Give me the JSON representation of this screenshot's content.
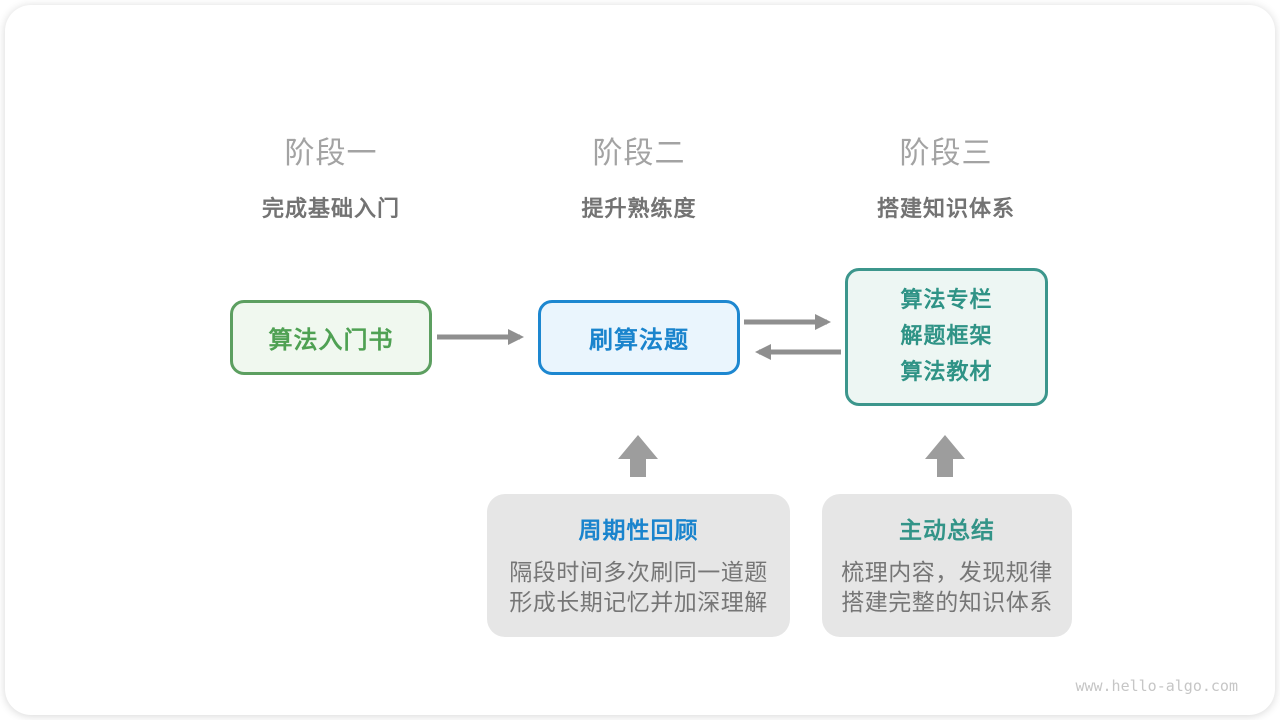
{
  "stages": [
    {
      "label": "阶段一",
      "subtitle": "完成基础入门"
    },
    {
      "label": "阶段二",
      "subtitle": "提升熟练度"
    },
    {
      "label": "阶段三",
      "subtitle": "搭建知识体系"
    }
  ],
  "nodes": {
    "intro_book": {
      "label": "算法入门书"
    },
    "practice": {
      "label": "刷算法题"
    },
    "resources": {
      "lines": [
        "算法专栏",
        "解题框架",
        "算法教材"
      ]
    }
  },
  "callouts": {
    "review": {
      "title": "周期性回顾",
      "lines": [
        "隔段时间多次刷同一道题",
        "形成长期记忆并加深理解"
      ]
    },
    "summary": {
      "title": "主动总结",
      "lines": [
        "梳理内容，发现规律",
        "搭建完整的知识体系"
      ]
    }
  },
  "watermark": "www.hello-algo.com",
  "colors": {
    "green_border": "#5c9f60",
    "green_text": "#4fa153",
    "green_fill": "#f0f8ef",
    "blue_border": "#1d87d0",
    "blue_text": "#1a84cd",
    "blue_fill": "#eaf5fd",
    "teal_border": "#3c968c",
    "teal_text": "#2f9386",
    "teal_fill": "#edf6f3",
    "callout_fill": "#e6e6e6",
    "arrow_gray": "#8f8f8f",
    "up_arrow_gray": "#9d9d9d",
    "stage_label_gray": "#a3a3a3",
    "stage_subtitle_gray": "#737373",
    "body_text_gray": "#767676",
    "watermark_gray": "#c6c6c6"
  }
}
